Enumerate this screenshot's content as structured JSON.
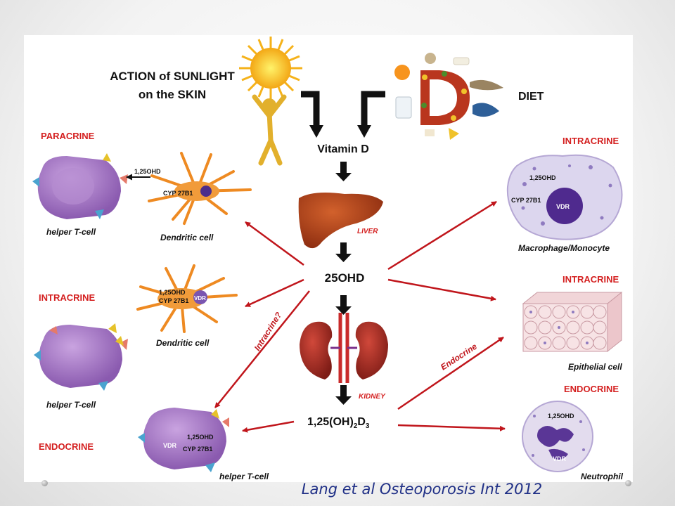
{
  "diagram": {
    "sources": {
      "sunlight": "ACTION of SUNLIGHT\non the SKIN",
      "diet": "DIET"
    },
    "pathway": {
      "vitamin_d": "Vitamin D",
      "liver": "LIVER",
      "metabolite_25ohd": "25OHD",
      "kidney": "KIDNEY",
      "calcitriol_main": "1,25(OH)",
      "calcitriol_sub1": "2",
      "calcitriol_d": "D",
      "calcitriol_sub2": "3"
    },
    "left": {
      "paracrine_title": "PARACRINE",
      "paracrine_arrow_label": "1,25OHD",
      "dendritic1_enzyme": "CYP 27B1",
      "helper1_label": "helper T-cell",
      "dendritic1_label": "Dendritic cell",
      "intracrine_title": "INTRACRINE",
      "dendritic2_line1": "1,25OHD",
      "dendritic2_line2": "CYP 27B1",
      "dendritic2_vdr": "VDR",
      "dendritic2_label": "Dendritic cell",
      "helper2_label": "helper T-cell",
      "endocrine_title": "ENDOCRINE",
      "helper3_vdr": "VDR",
      "helper3_line1": "1,25OHD",
      "helper3_line2": "CYP 27B1",
      "helper3_label": "helper T-cell",
      "intracrine_q": "Intracrine?"
    },
    "right": {
      "intracrine1_title": "INTRACRINE",
      "macro_line1": "1,25OHD",
      "macro_line2": "CYP 27B1",
      "macro_vdr": "VDR",
      "macro_label": "Macrophage/Monocyte",
      "intracrine2_title": "INTRACRINE",
      "epithelial_label": "Epithelial cell",
      "endocrine_title": "ENDOCRINE",
      "neutro_line1": "1,25OHD",
      "neutro_vdr": "VDR",
      "neutro_label": "Neutrophil",
      "endocrine_arrow": "Endocrine"
    }
  },
  "citation": "Lang et al Osteoporosis Int 2012",
  "colors": {
    "title_red": "#d42020",
    "arrow_red": "#c0151b",
    "ink": "#111111",
    "cell_purple": "#9b6cc0",
    "dendritic_orange": "#ee8a22",
    "citation_blue": "#1f2f86"
  },
  "icons": [
    "sun-icon",
    "stick-figure-icon",
    "diet-food-icon",
    "liver-icon",
    "kidney-icon"
  ]
}
